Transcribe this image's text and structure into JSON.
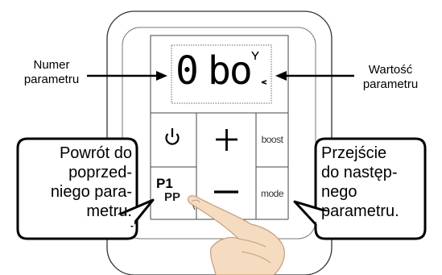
{
  "display": {
    "digit_left": "0",
    "digits_right": "bo"
  },
  "buttons": {
    "power_icon": "power-icon",
    "plus_symbol": "+",
    "minus_symbol": "—",
    "boost_label": "boost",
    "mode_label": "mode",
    "p1_label": "P1",
    "pp_label": "PP"
  },
  "annotations": {
    "left_top_line1": "Numer",
    "left_top_line2": "parametru",
    "right_top_line1": "Wartość",
    "right_top_line2": "parametru",
    "left_callout": [
      "Powrót do",
      "poprzed-",
      "niego para-",
      "metru."
    ],
    "right_callout": [
      "Przejście",
      "do następ-",
      "nego",
      "parametru."
    ]
  },
  "colors": {
    "outline": "#000000",
    "panel_stroke": "#555555",
    "skin": "#f5dcc0",
    "skin_stroke": "#c89b78"
  }
}
